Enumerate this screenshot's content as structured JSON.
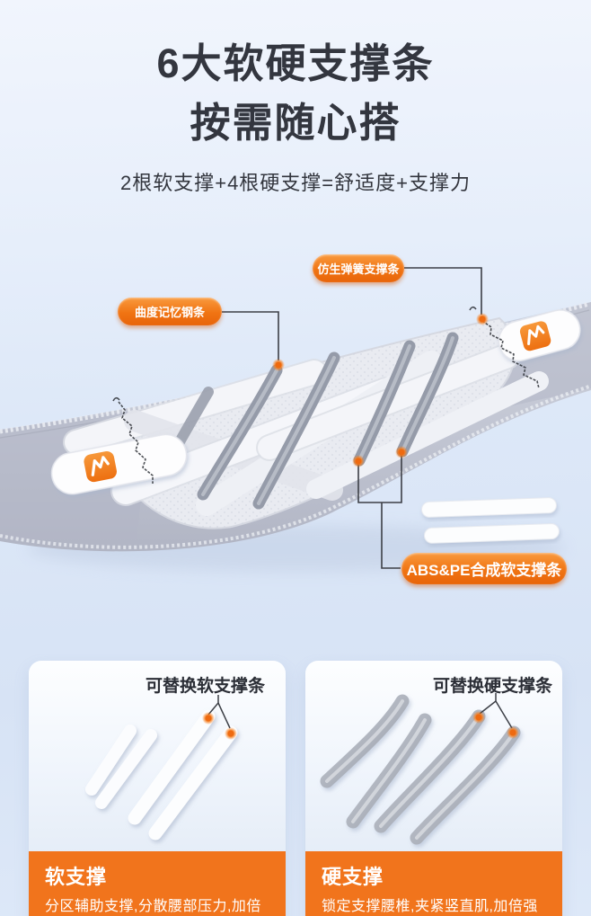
{
  "header": {
    "title_line1": "6大软硬支撑条",
    "title_line2": "按需随心搭",
    "subtitle": "2根软支撑+4根硬支撑=舒适度+支撑力"
  },
  "callouts": {
    "spring": {
      "label": "仿生弹簧支撑条"
    },
    "steel": {
      "label": "曲度记忆钢条"
    },
    "abs_pe": {
      "label": "ABS&PE合成软支撑条"
    }
  },
  "cards": {
    "soft": {
      "callout": "可替换软支撑条",
      "heading": "软支撑",
      "description": "分区辅助支撑,分散腰部压力,加倍"
    },
    "hard": {
      "callout": "可替换硬支撑条",
      "heading": "硬支撑",
      "description": "锁定支撑腰椎,夹紧竖直肌,加倍强"
    }
  },
  "icons": {
    "brand_logo": "brand-logo-icon (orange rounded square with white M-arrow mark)",
    "anchor_dot": "orange glowing dot marker"
  },
  "colors": {
    "accent_orange": "#ee6f12",
    "card_footer_orange": "#f1741c",
    "title_text": "#33363f",
    "background_top": "#f1f5fd",
    "background_bottom": "#d7e3f5",
    "belt_fabric": "#bcc0cd",
    "belt_panel": "#e9ebf1",
    "support_bar_gray": "#969ca9"
  }
}
